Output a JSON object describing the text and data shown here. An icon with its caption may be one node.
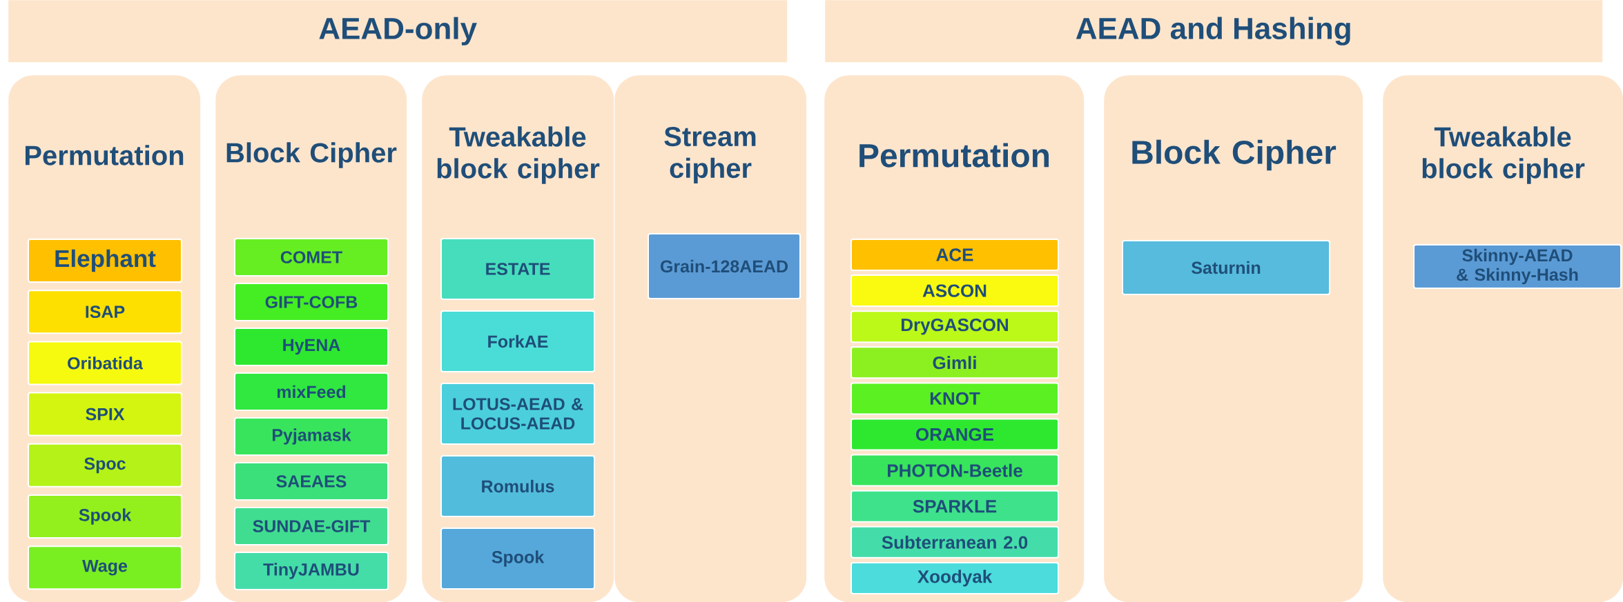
{
  "diagram": {
    "nodes": [
      {
        "text": [
          "AEAD-only"
        ]
      },
      {
        "text": [
          "AEAD and Hashing"
        ]
      },
      {
        "text": [
          "Permutation"
        ]
      },
      {
        "text": [
          "Elephant"
        ],
        "in": 2
      },
      {
        "text": [
          "ISAP"
        ],
        "in": 2
      },
      {
        "text": [
          "Oribatida"
        ],
        "in": 2
      },
      {
        "text": [
          "SPIX"
        ],
        "in": 2
      },
      {
        "text": [
          "Spoc"
        ],
        "in": 2
      },
      {
        "text": [
          "Spook"
        ],
        "in": 2
      },
      {
        "text": [
          "Wage"
        ],
        "in": 2
      },
      {
        "text": [
          "Block Cipher"
        ]
      },
      {
        "text": [
          "COMET"
        ],
        "in": 10
      },
      {
        "text": [
          "GIFT-COFB"
        ],
        "in": 10
      },
      {
        "text": [
          "HyENA"
        ],
        "in": 10
      },
      {
        "text": [
          "mixFeed"
        ],
        "in": 10
      },
      {
        "text": [
          "Pyjamask"
        ],
        "in": 10
      },
      {
        "text": [
          "SAEAES"
        ],
        "in": 10
      },
      {
        "text": [
          "SUNDAE-GIFT"
        ],
        "in": 10
      },
      {
        "text": [
          "TinyJAMBU"
        ],
        "in": 10
      },
      {
        "text": [
          "Tweakable block cipher"
        ]
      },
      {
        "text": [
          "ESTATE"
        ],
        "in": 19
      },
      {
        "text": [
          "ForkAE"
        ],
        "in": 19
      },
      {
        "text": [
          "LOTUS-AEAD & LOCUS-AEAD"
        ],
        "in": 19
      },
      {
        "text": [
          "Romulus"
        ],
        "in": 19
      },
      {
        "text": [
          "Spook"
        ],
        "in": 19
      },
      {
        "text": [
          "Stream cipher"
        ]
      },
      {
        "text": [
          "Grain-128AEAD"
        ],
        "in": 25
      },
      {
        "text": [
          "Permutation"
        ]
      },
      {
        "text": [
          "ACE"
        ],
        "in": 27
      },
      {
        "text": [
          "ASCON"
        ],
        "in": 27
      },
      {
        "text": [
          "DryGASCON"
        ],
        "in": 27
      },
      {
        "text": [
          "Gimli"
        ],
        "in": 27
      },
      {
        "text": [
          "KNOT"
        ],
        "in": 27
      },
      {
        "text": [
          "ORANGE"
        ],
        "in": 27
      },
      {
        "text": [
          "PHOTON-Beetle"
        ],
        "in": 27
      },
      {
        "text": [
          "SPARKLE"
        ],
        "in": 27
      },
      {
        "text": [
          "Subterranean 2.0"
        ],
        "in": 27
      },
      {
        "text": [
          "Xoodyak"
        ],
        "in": 27
      },
      {
        "text": [
          "Block Cipher"
        ]
      },
      {
        "text": [
          "Saturnin"
        ],
        "in": 38
      },
      {
        "text": [
          "Tweakable block cipher"
        ]
      },
      {
        "text": [
          "Skinny-AEAD & Skinny-Hash"
        ],
        "in": 40
      }
    ]
  }
}
